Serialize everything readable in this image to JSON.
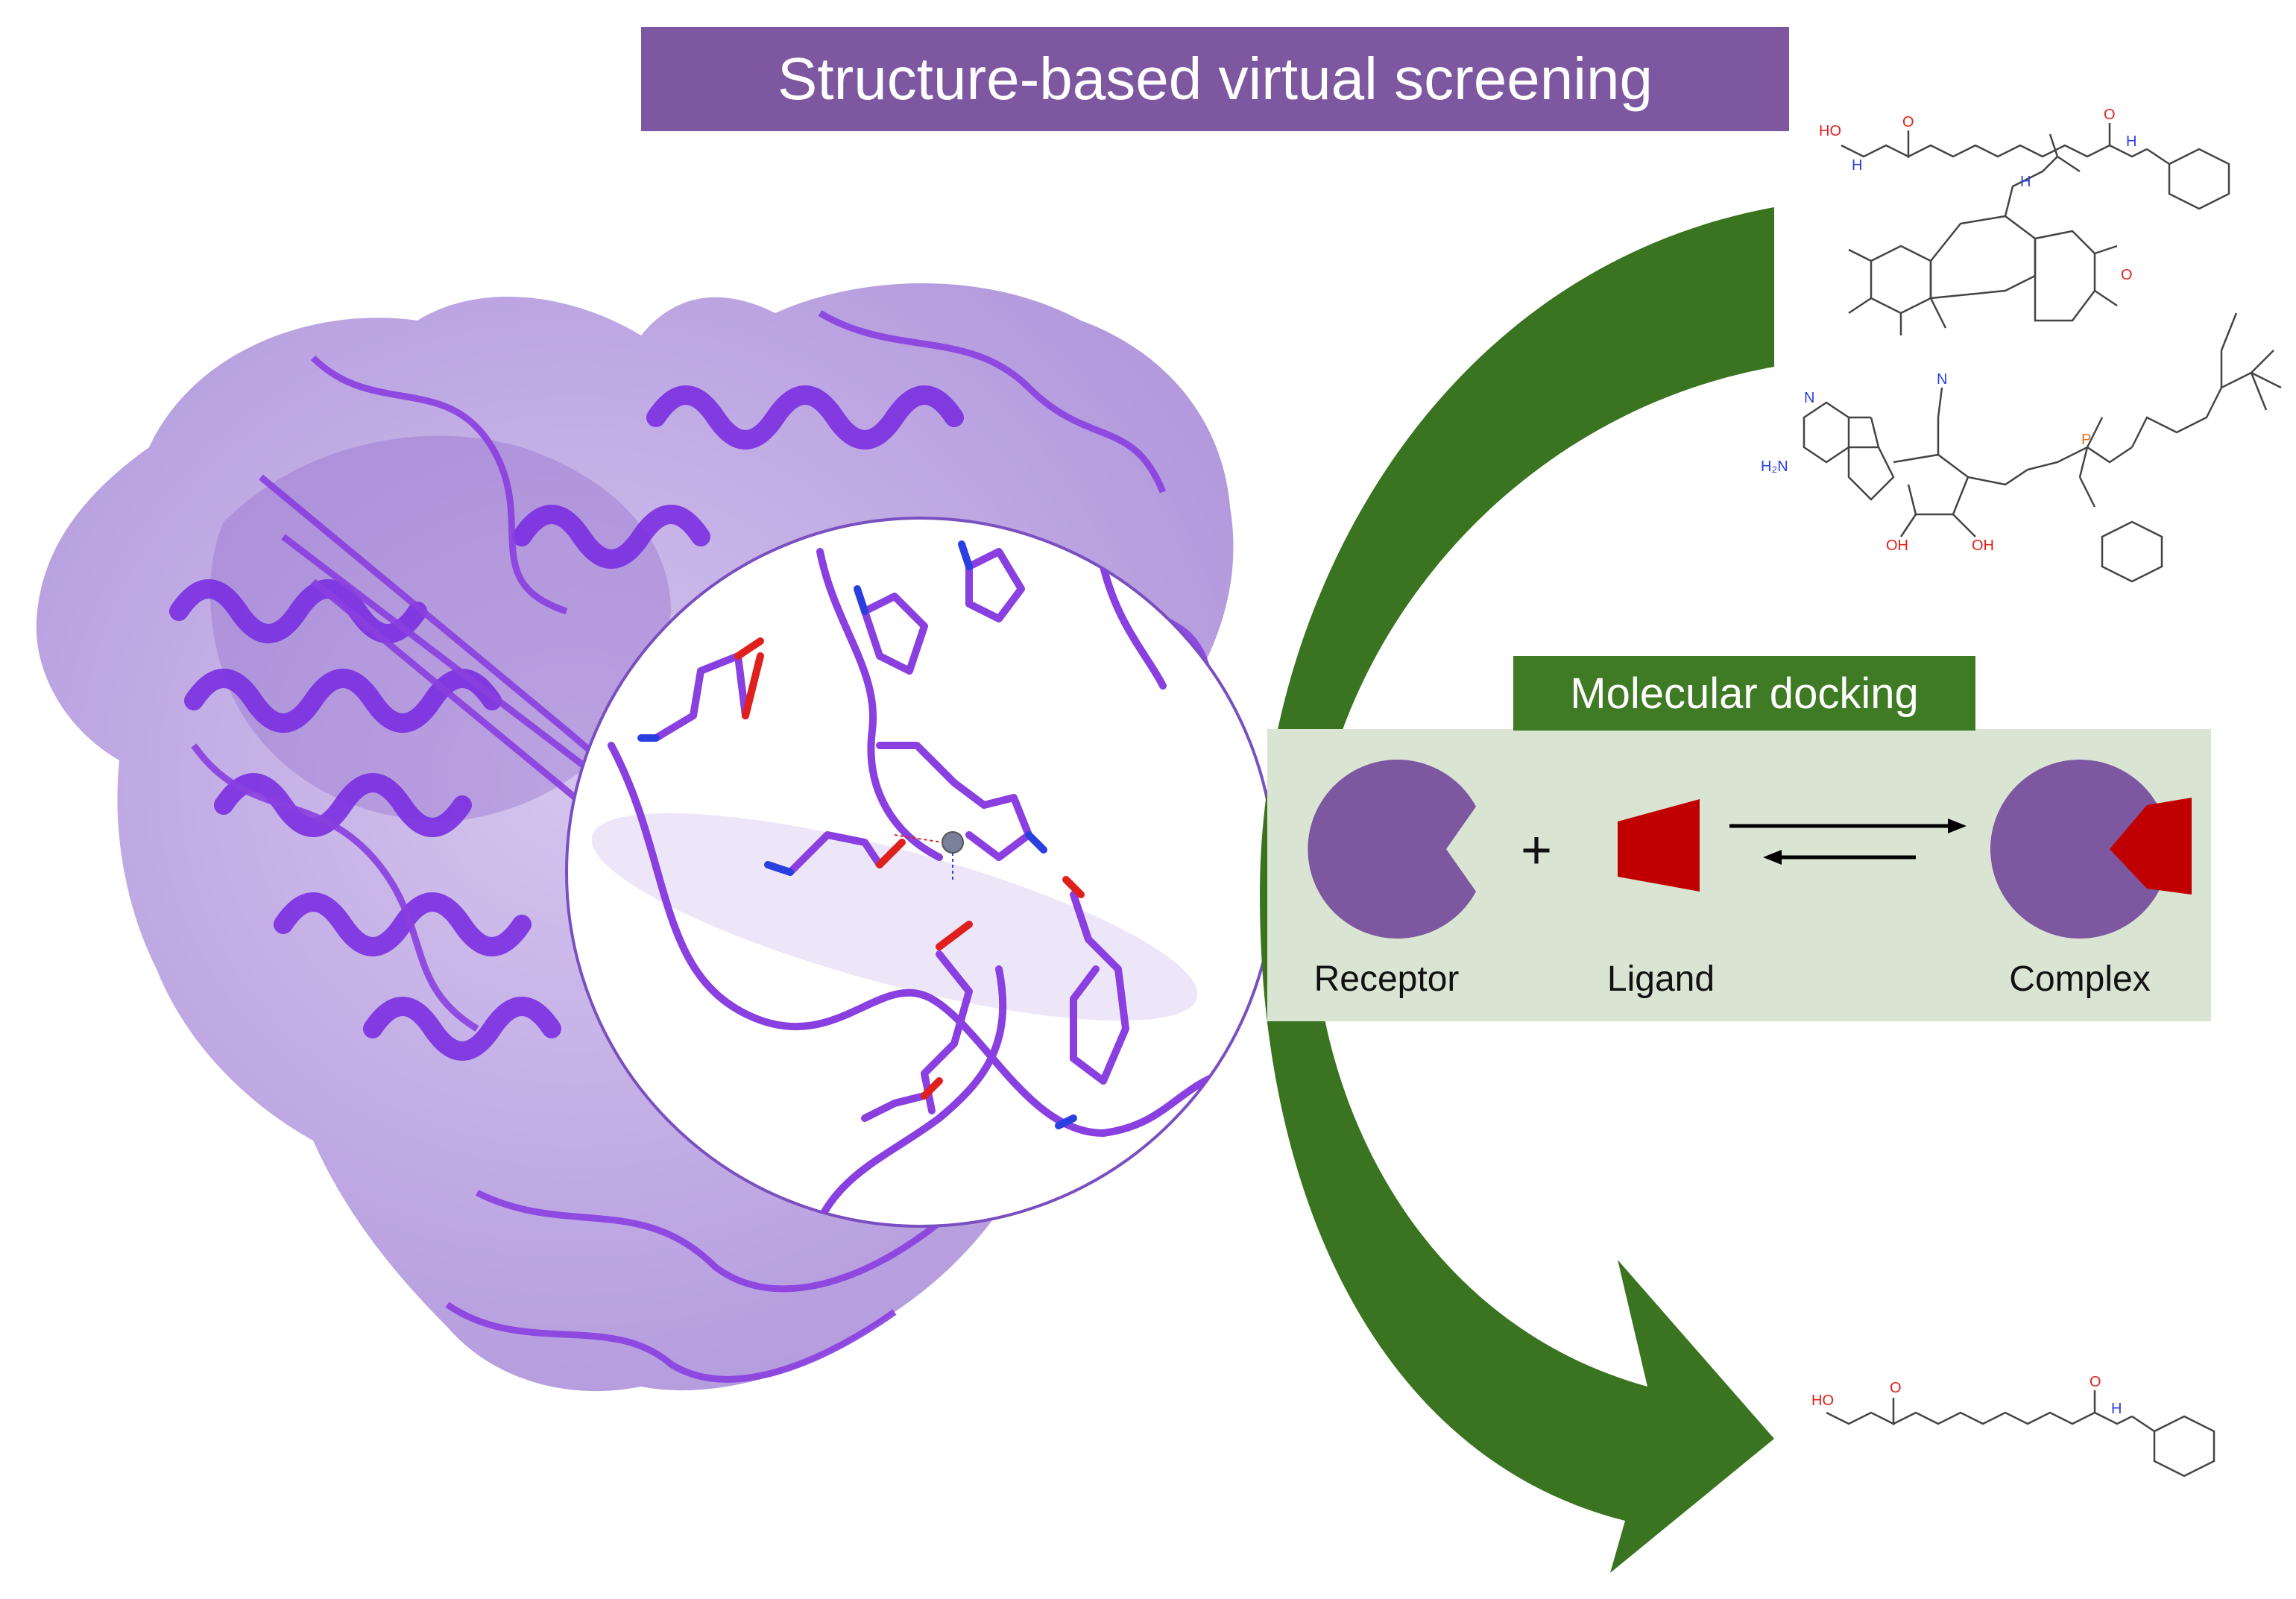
{
  "title": "Structure-based virtual screening",
  "docking": {
    "header": "Molecular docking",
    "plus": "+",
    "receptor_label": "Receptor",
    "ligand_label": "Ligand",
    "complex_label": "Complex"
  },
  "molecules": {
    "atom_labels": {
      "hoh": "HO",
      "h": "H",
      "n": "N",
      "o": "O",
      "p": "P",
      "oh": "OH",
      "h2n": "H₂N"
    }
  },
  "colors": {
    "banner": "#7d579f",
    "receptor": "#7d579f",
    "ligand": "#c00000",
    "arrow": "#3a7420",
    "docking_tab": "#3f7a24",
    "docking_panel": "#d9e4d2",
    "protein": "#8a3fe0",
    "surface": "#b79be0"
  },
  "icons": [
    "protein-structure-icon",
    "binding-site-zoom-icon",
    "screening-arrow-icon",
    "molecule-icon"
  ]
}
